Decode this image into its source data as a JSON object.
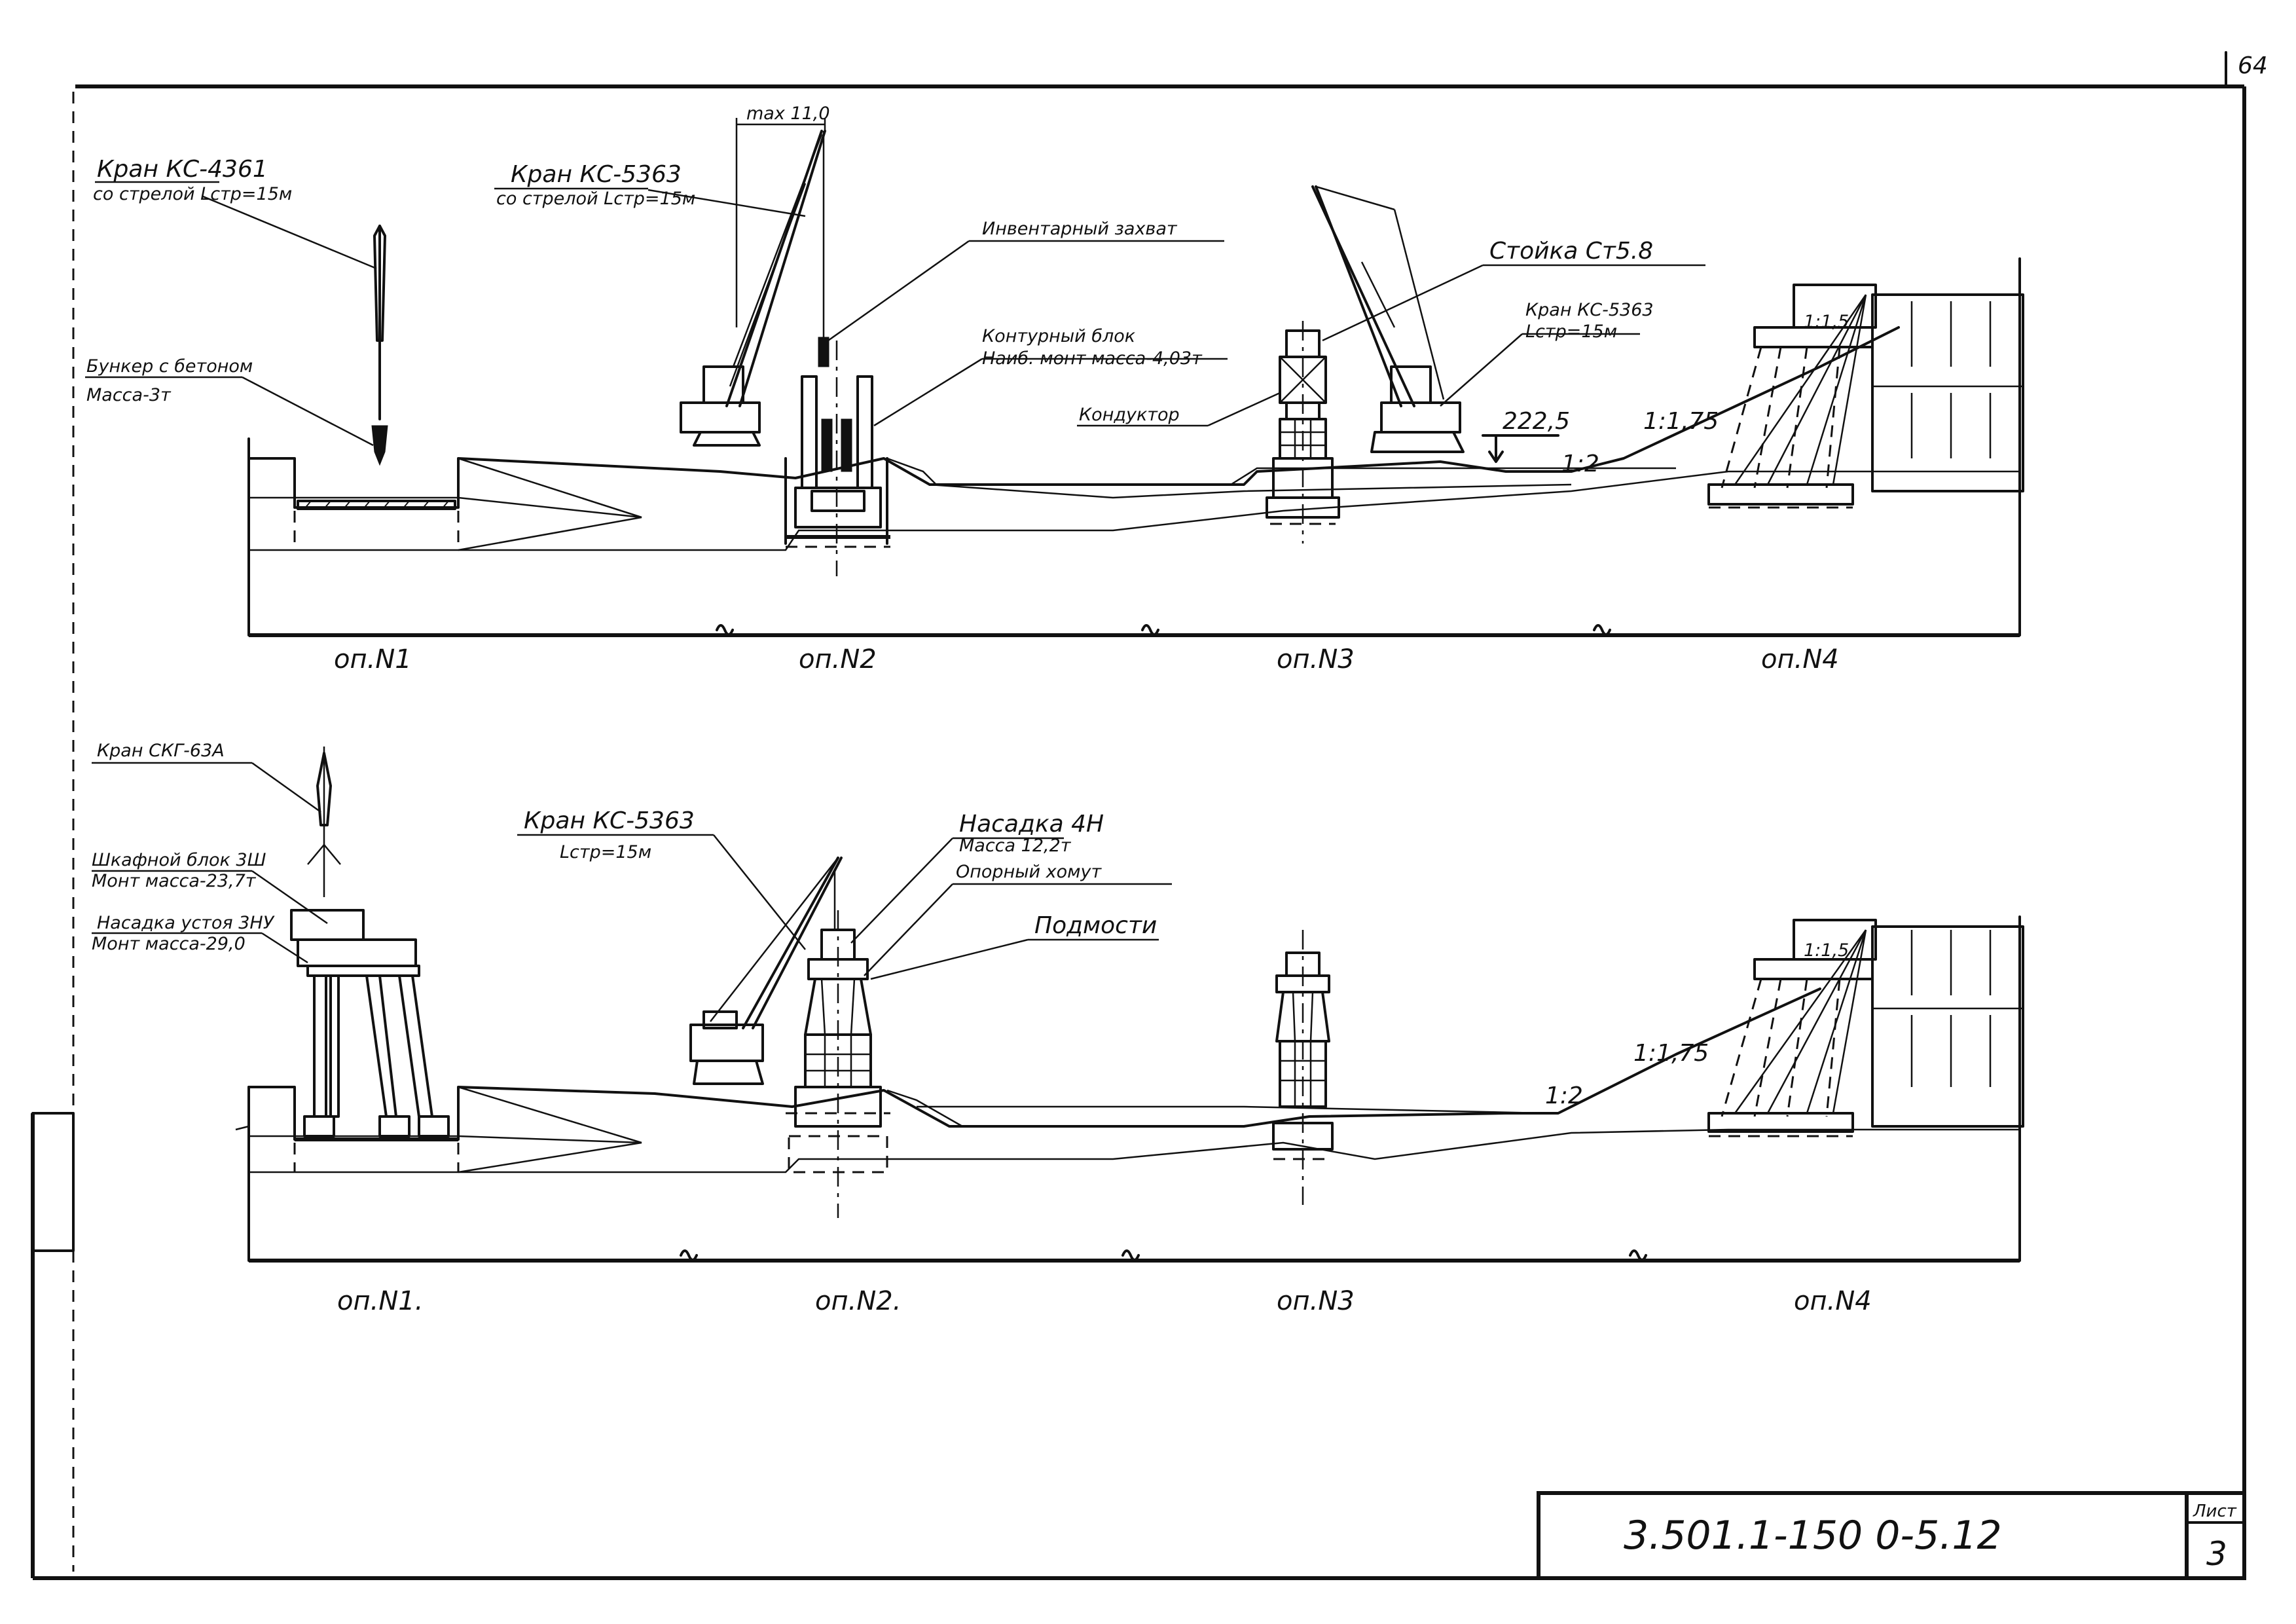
{
  "sheet": {
    "page_number": "64",
    "doc_code": "3.501.1-150  0-5.12",
    "sheet_label": "Лист",
    "sheet_number": "3"
  },
  "top": {
    "crane1_title": "Кран КС-4361",
    "crane1_sub": "со стрелой Lстр=15м",
    "bunker_title": "Бункер с бетоном",
    "bunker_sub": "Масса-3т",
    "max_dim": "max 11,0",
    "crane2_title": "Кран КС-5363",
    "crane2_sub": "со стрелой Lстр=15м",
    "grip": "Инвентарный захват",
    "contour_title": "Контурный блок",
    "contour_sub": "Наиб. монт масса-4,03т",
    "stand": "Стойка Ст5.8",
    "conductor": "Кондуктор",
    "crane3_title": "Кран КС-5363",
    "crane3_sub": "Lстр=15м",
    "elev": "222,5",
    "slope1": "1:2",
    "slope2": "1:1,75",
    "slope3": "1:1,5",
    "supports": [
      "оп.N1",
      "оп.N2",
      "оп.N3",
      "оп.N4"
    ]
  },
  "bottom": {
    "crane_skg_title": "Кран СКГ-63А",
    "cabinet_title": "Шкафной блок 3Ш",
    "cabinet_sub": "Монт масса-23,7т",
    "cap_abut_title": "Насадка устоя 3НУ",
    "cap_abut_sub": "Монт масса-29,0",
    "crane_title": "Кран КС-5363",
    "crane_sub": "Lстр=15м",
    "cap_title": "Насадка 4Н",
    "cap_sub": "Масса 12,2т",
    "clamp": "Опорный хомут",
    "scaffold": "Подмости",
    "slope1": "1:2",
    "slope2": "1:1,75",
    "slope3": "1:1,5",
    "supports": [
      "оп.N1.",
      "оп.N2.",
      "оп.N3",
      "оп.N4"
    ]
  }
}
